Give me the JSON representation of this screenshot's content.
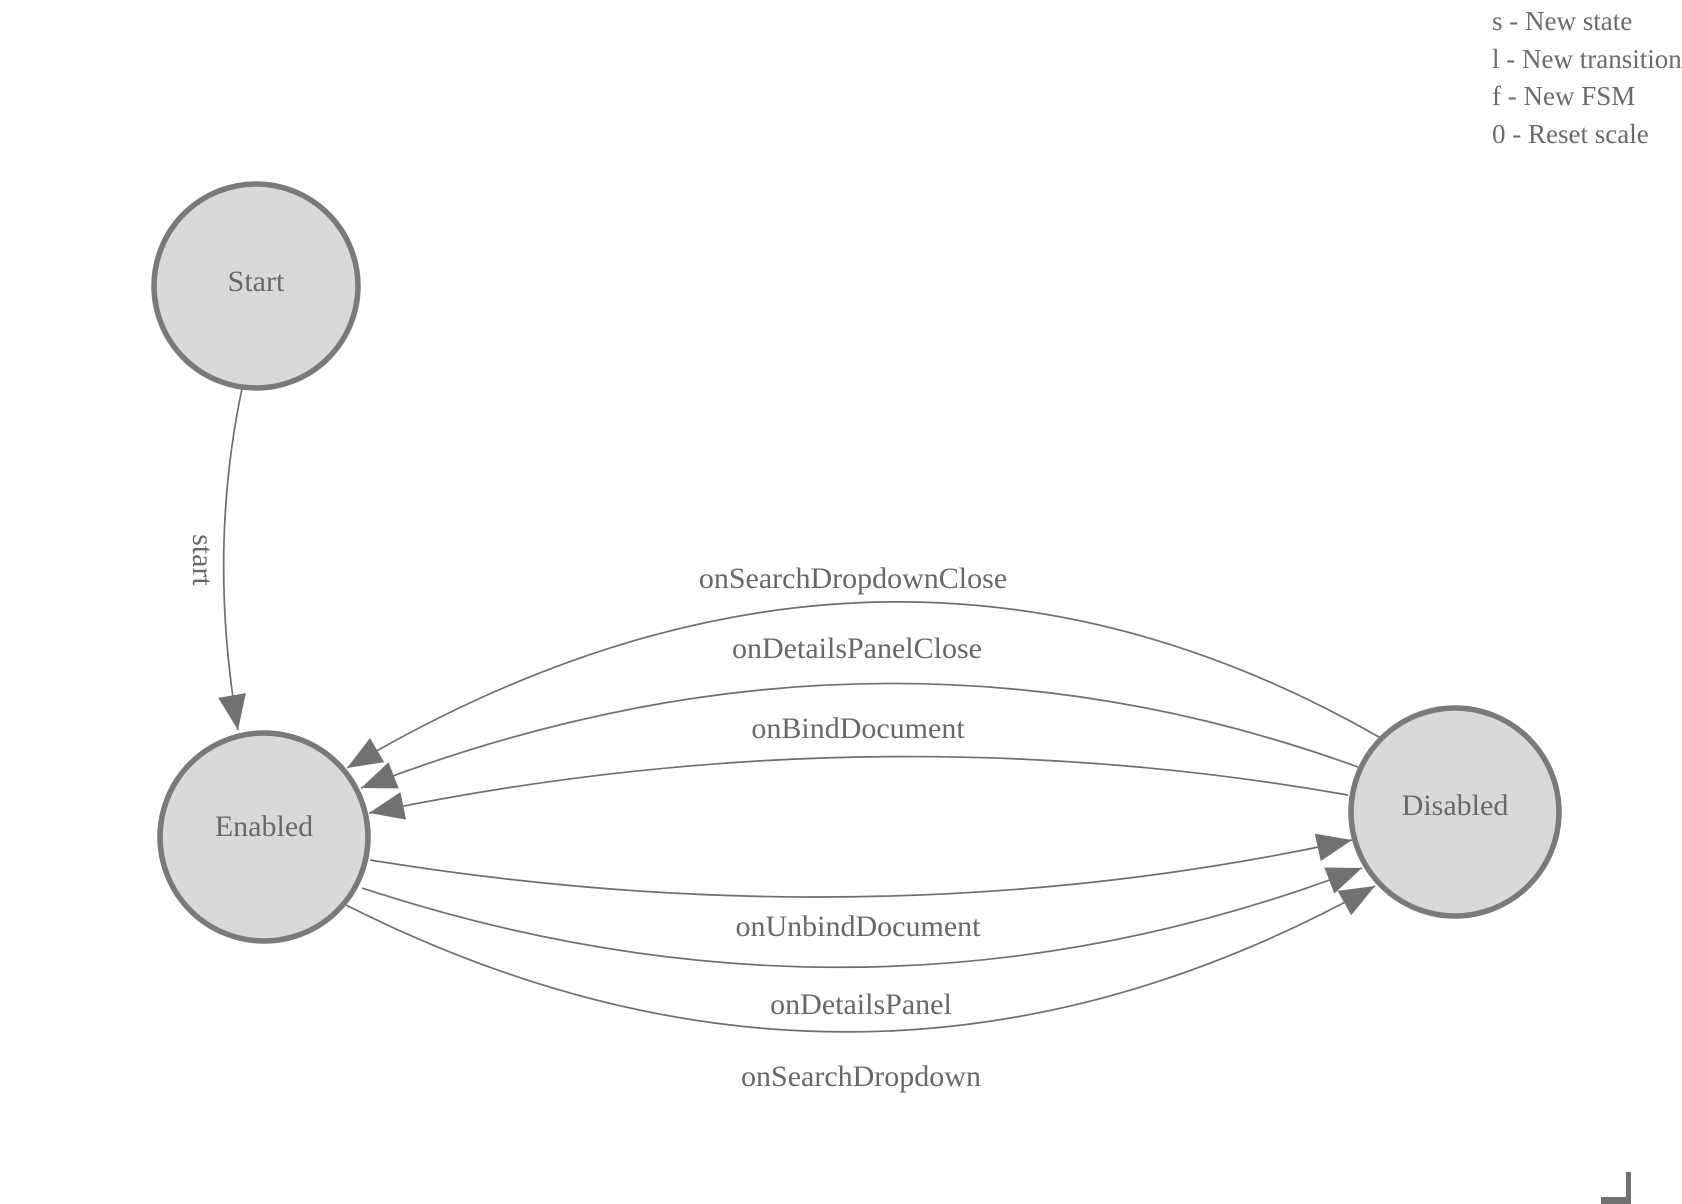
{
  "legend": {
    "items": [
      {
        "text": "s - New state"
      },
      {
        "text": "l - New transition"
      },
      {
        "text": "f - New FSM"
      },
      {
        "text": "0 - Reset scale"
      }
    ]
  },
  "states": {
    "start": {
      "label": "Start"
    },
    "enabled": {
      "label": "Enabled"
    },
    "disabled": {
      "label": "Disabled"
    }
  },
  "transitions": {
    "start_to_enabled": {
      "label": "start"
    },
    "disabled_to_enabled": [
      {
        "label": "onSearchDropdownClose"
      },
      {
        "label": "onDetailsPanelClose"
      },
      {
        "label": "onBindDocument"
      }
    ],
    "enabled_to_disabled": [
      {
        "label": "onUnbindDocument"
      },
      {
        "label": "onDetailsPanel"
      },
      {
        "label": "onSearchDropdown"
      }
    ]
  },
  "colors": {
    "node_fill": "#d9d9d9",
    "node_stroke": "#7a7a7a",
    "edge": "#6f6f6f",
    "arrow": "#717171",
    "text": "#686868",
    "legend_text": "#6b6b6b"
  }
}
